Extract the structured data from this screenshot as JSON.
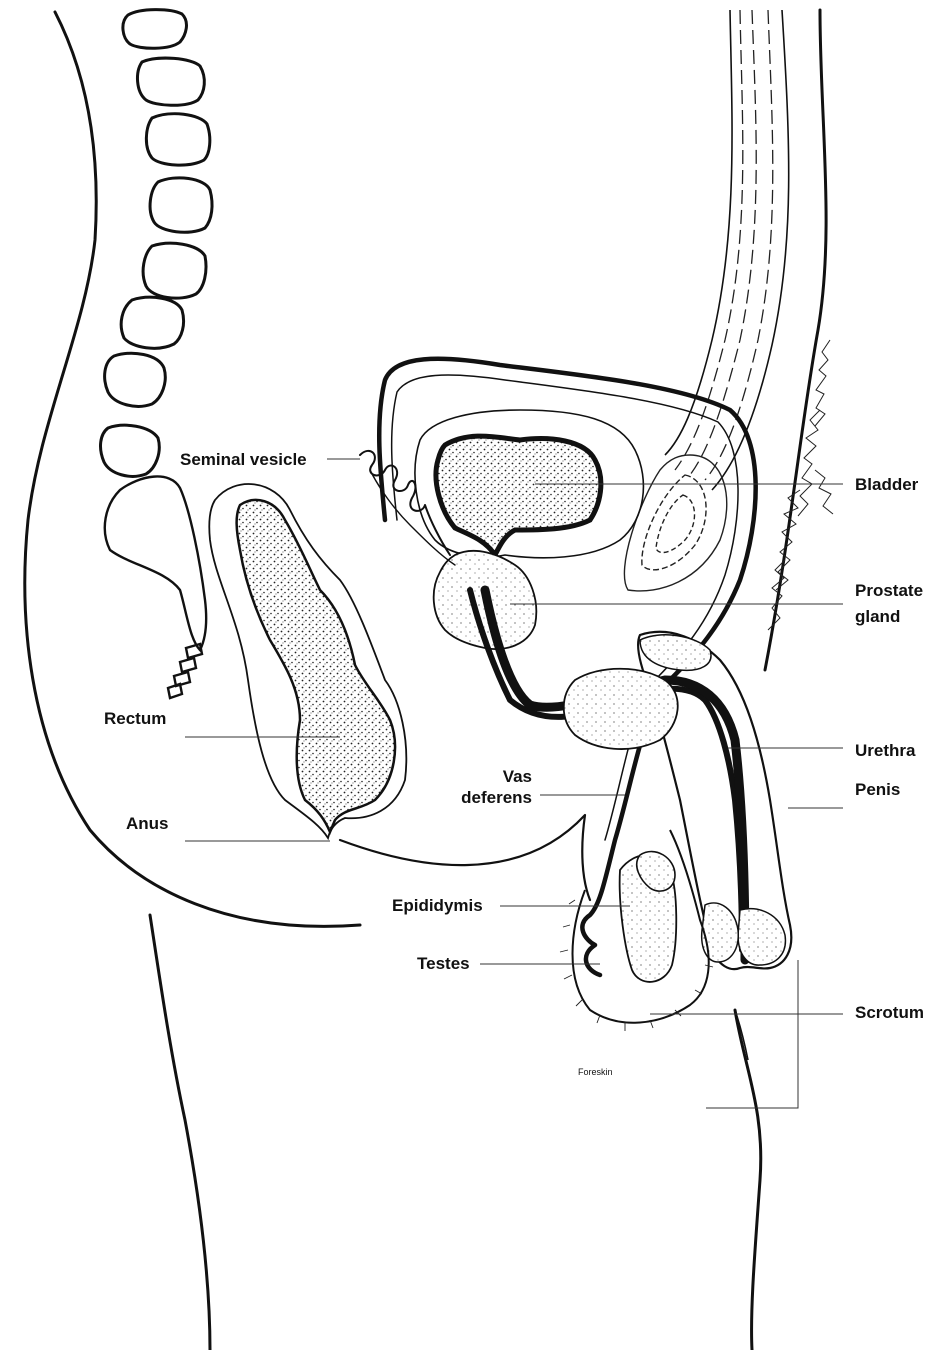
{
  "labels": {
    "seminal_vesicle": "Seminal vesicle",
    "bladder": "Bladder",
    "prostate_line1": "Prostate",
    "prostate_line2": "gland",
    "rectum": "Rectum",
    "urethra": "Urethra",
    "vas_line1": "Vas",
    "vas_line2": "deferens",
    "penis": "Penis",
    "anus": "Anus",
    "epididymis": "Epididymis",
    "testes": "Testes",
    "scrotum": "Scrotum",
    "foreskin": "Foreskin"
  },
  "colors": {
    "ink": "#111111",
    "stipple": "#222222",
    "background": "#ffffff"
  }
}
